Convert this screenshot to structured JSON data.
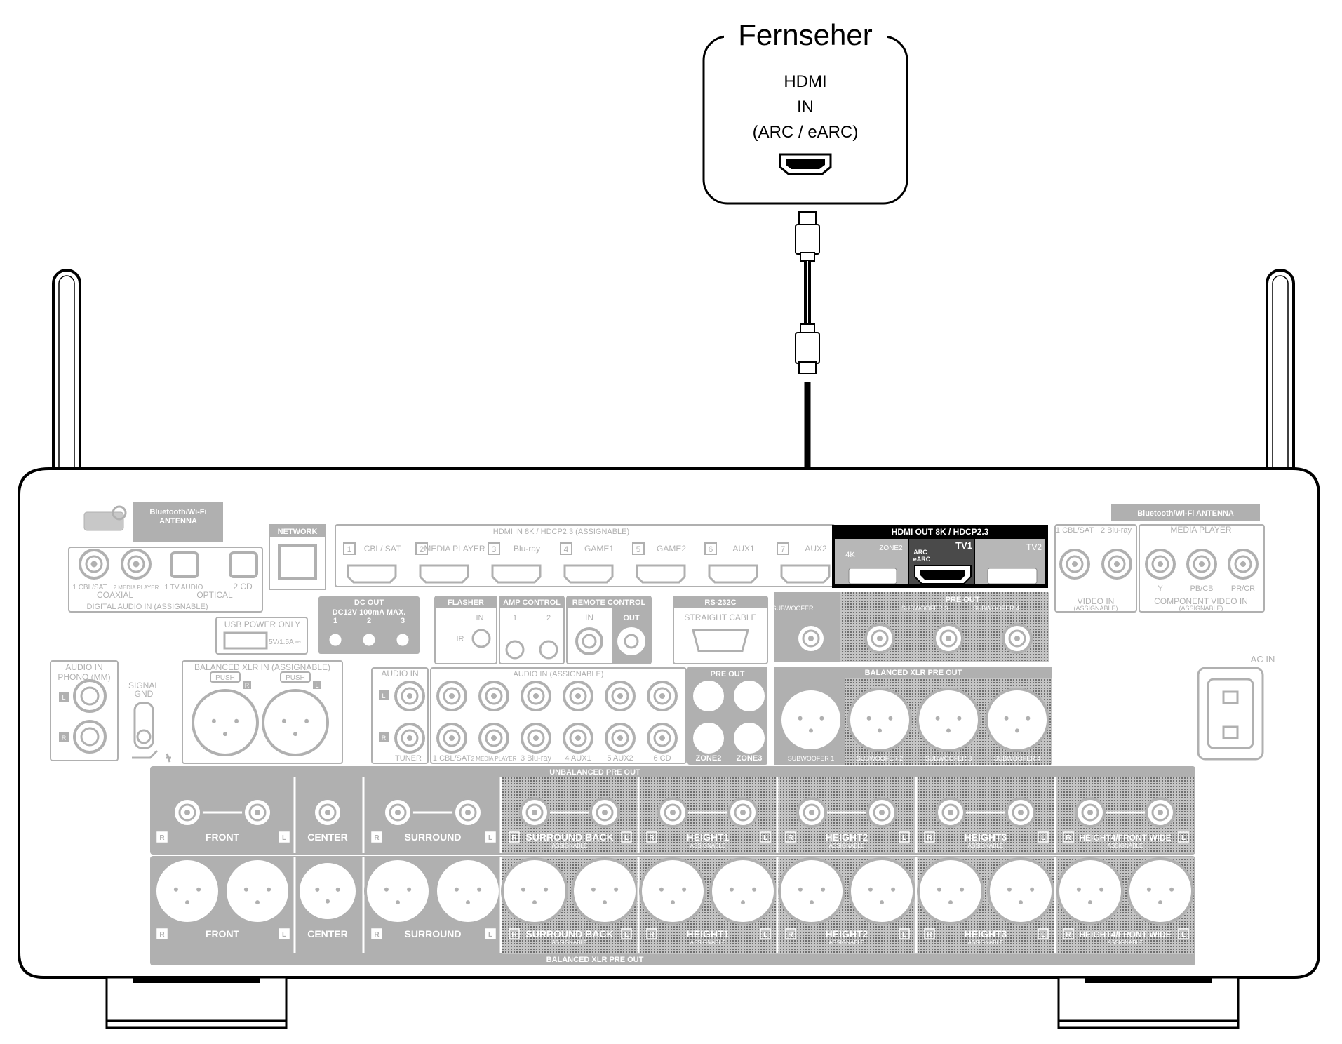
{
  "tv": {
    "title": "Fernseher",
    "port_line1": "HDMI",
    "port_line2": "IN",
    "port_line3": "(ARC / eARC)"
  },
  "receiver": {
    "bt_antenna_left": [
      "Bluetooth/Wi-Fi",
      "ANTENNA"
    ],
    "bt_antenna_right": "Bluetooth/Wi-Fi ANTENNA",
    "network": "NETWORK",
    "hdmi_in_title": "HDMI IN   8K / HDCP2.3  (ASSIGNABLE)",
    "hdmi_in_ports": [
      {
        "num": "1",
        "name": "CBL/ SAT"
      },
      {
        "num": "2",
        "name": "MEDIA PLAYER"
      },
      {
        "num": "3",
        "name": "Blu-ray"
      },
      {
        "num": "4",
        "name": "GAME1"
      },
      {
        "num": "5",
        "name": "GAME2"
      },
      {
        "num": "6",
        "name": "AUX1"
      },
      {
        "num": "7",
        "name": "AUX2"
      }
    ],
    "hdmi_out_title": "HDMI OUT   8K / HDCP2.3",
    "hdmi_out_4k": "4K",
    "hdmi_out_zone2": "ZONE2",
    "hdmi_out_tv1": "TV1",
    "hdmi_out_arc": [
      "ARC",
      "eARC"
    ],
    "hdmi_out_tv2": "TV2",
    "digital_audio": {
      "ports": [
        "1 CBL/SAT",
        "2 MEDIA PLAYER",
        "1 TV AUDIO",
        "2 CD"
      ],
      "coaxial": "COAXIAL",
      "optical": "OPTICAL",
      "title": "DIGITAL AUDIO IN  (ASSIGNABLE)"
    },
    "usb": [
      "USB POWER ONLY",
      "5V/1.5A ⎓"
    ],
    "dc_out": {
      "title": "DC OUT",
      "spec": "DC12V 100mA MAX.",
      "nums": [
        "1",
        "2",
        "3"
      ]
    },
    "flasher": {
      "title": "FLASHER",
      "in": "IN",
      "ir": "IR"
    },
    "amp_control": {
      "title": "AMP CONTROL",
      "nums": [
        "1",
        "2"
      ]
    },
    "remote_control": {
      "title": "REMOTE CONTROL",
      "in": "IN",
      "out": "OUT"
    },
    "rs232c": {
      "title": "RS-232C",
      "sub": "STRAIGHT CABLE"
    },
    "pre_out_top": "PRE OUT",
    "subwoofer_top": [
      "SUBWOOFER",
      "SUBWOOFER 3",
      "SUBWOOFER 4"
    ],
    "video_in": {
      "ports": [
        "1 CBL/SAT",
        "2 Blu-ray"
      ],
      "title": [
        "VIDEO IN",
        "(ASSIGNABLE)"
      ]
    },
    "component": {
      "title": "MEDIA PLAYER",
      "ports": [
        "Y",
        "PB/CB",
        "PR/CR"
      ],
      "bottom": [
        "COMPONENT VIDEO IN",
        "(ASSIGNABLE)"
      ]
    },
    "audio_in_phono": {
      "title": "AUDIO IN",
      "sub": "PHONO (MM)"
    },
    "signal_gnd": [
      "SIGNAL",
      "GND"
    ],
    "balanced_xlr_in": {
      "title": "BALANCED XLR IN  (ASSIGNABLE)",
      "push": "PUSH"
    },
    "audio_in_tuner": {
      "title": "AUDIO IN",
      "bottom": "TUNER"
    },
    "audio_in_assignable": {
      "title": "AUDIO IN  (ASSIGNABLE)",
      "ports": [
        "1 CBL/SAT",
        "2 MEDIA PLAYER",
        "3 Blu-ray",
        "4 AUX1",
        "5 AUX2",
        "6 CD"
      ]
    },
    "pre_out_zone": {
      "title": "PRE OUT",
      "ports": [
        "ZONE2",
        "ZONE3"
      ]
    },
    "balanced_xlr_pre_out_top": {
      "title": "BALANCED XLR PRE OUT",
      "ports": [
        "SUBWOOFER 1",
        "SUBWOOFER 2",
        "SUBWOOFER 3",
        "SUBWOOFER 4"
      ]
    },
    "ac_in": "AC IN",
    "unbalanced_pre_out": "UNBALANCED PRE OUT",
    "balanced_xlr_pre_out_bottom": "BALANCED XLR PRE OUT",
    "channel_labels": [
      "FRONT",
      "CENTER",
      "SURROUND",
      "SURROUND BACK",
      "HEIGHT1",
      "HEIGHT2",
      "HEIGHT3",
      "HEIGHT4/FRONT WIDE"
    ],
    "assignable": "ASSIGNABLE",
    "r": "R",
    "l": "L"
  },
  "colors": {
    "panel_gray": "#b0b0b0",
    "outline": "#000000",
    "highlight": "#000000"
  }
}
